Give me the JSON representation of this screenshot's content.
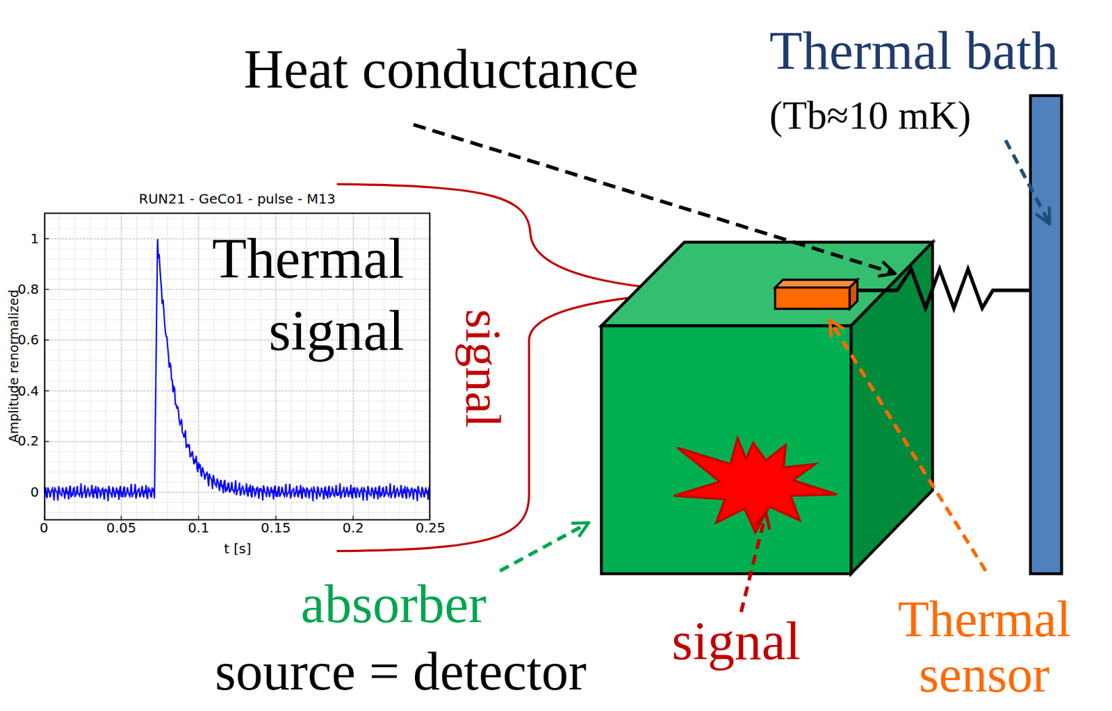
{
  "diagram": {
    "nodes": [
      {
        "text": [
          "RUN21 - GeCo1 - pulse - M13",
          "Thermal signal"
        ]
      }
    ],
    "labels": [
      "Heat conductance",
      "Thermal bath",
      "(Tb≈10 mK)",
      "signal",
      "absorber",
      "source = detector",
      "signal",
      "Thermal sensor",
      "Amplitude renormalized",
      "t [s]",
      "0",
      "0.05",
      "0.1",
      "0.15",
      "0.2",
      "0.25",
      "0",
      "0.2",
      "0.4",
      "0.6",
      "0.8",
      "1"
    ]
  }
}
